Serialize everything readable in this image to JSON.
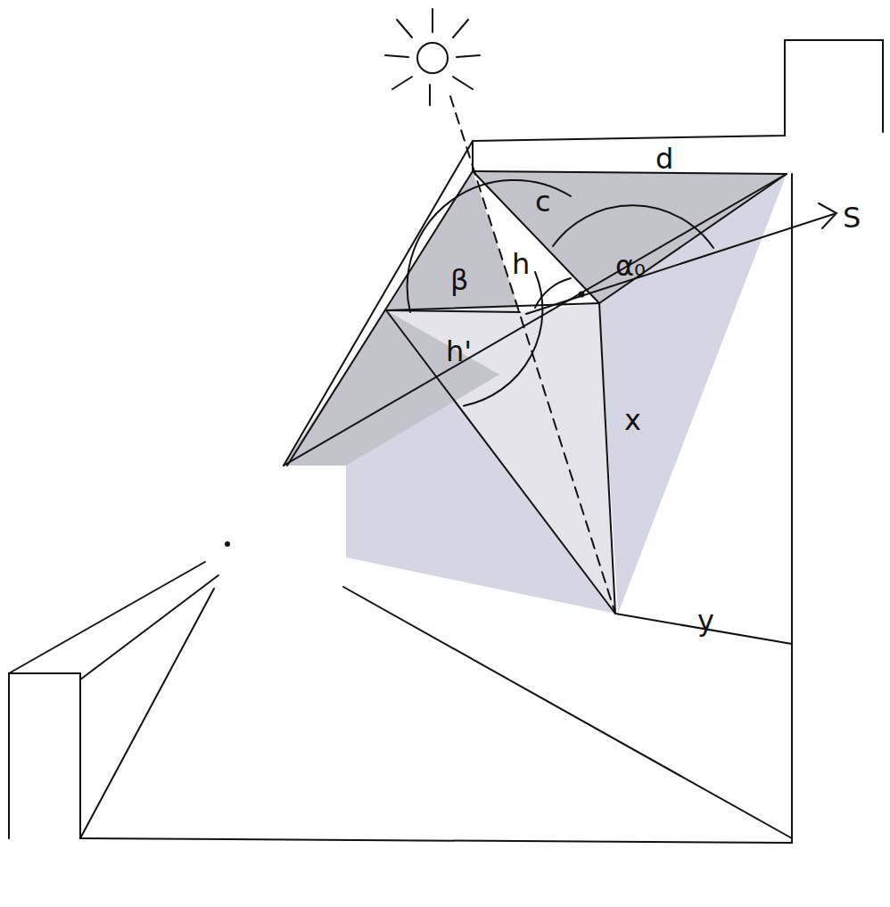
{
  "diagram": {
    "labels": [
      "d",
      "c",
      "h",
      "β",
      "α₀",
      "h'",
      "x",
      "y",
      "S"
    ]
  }
}
